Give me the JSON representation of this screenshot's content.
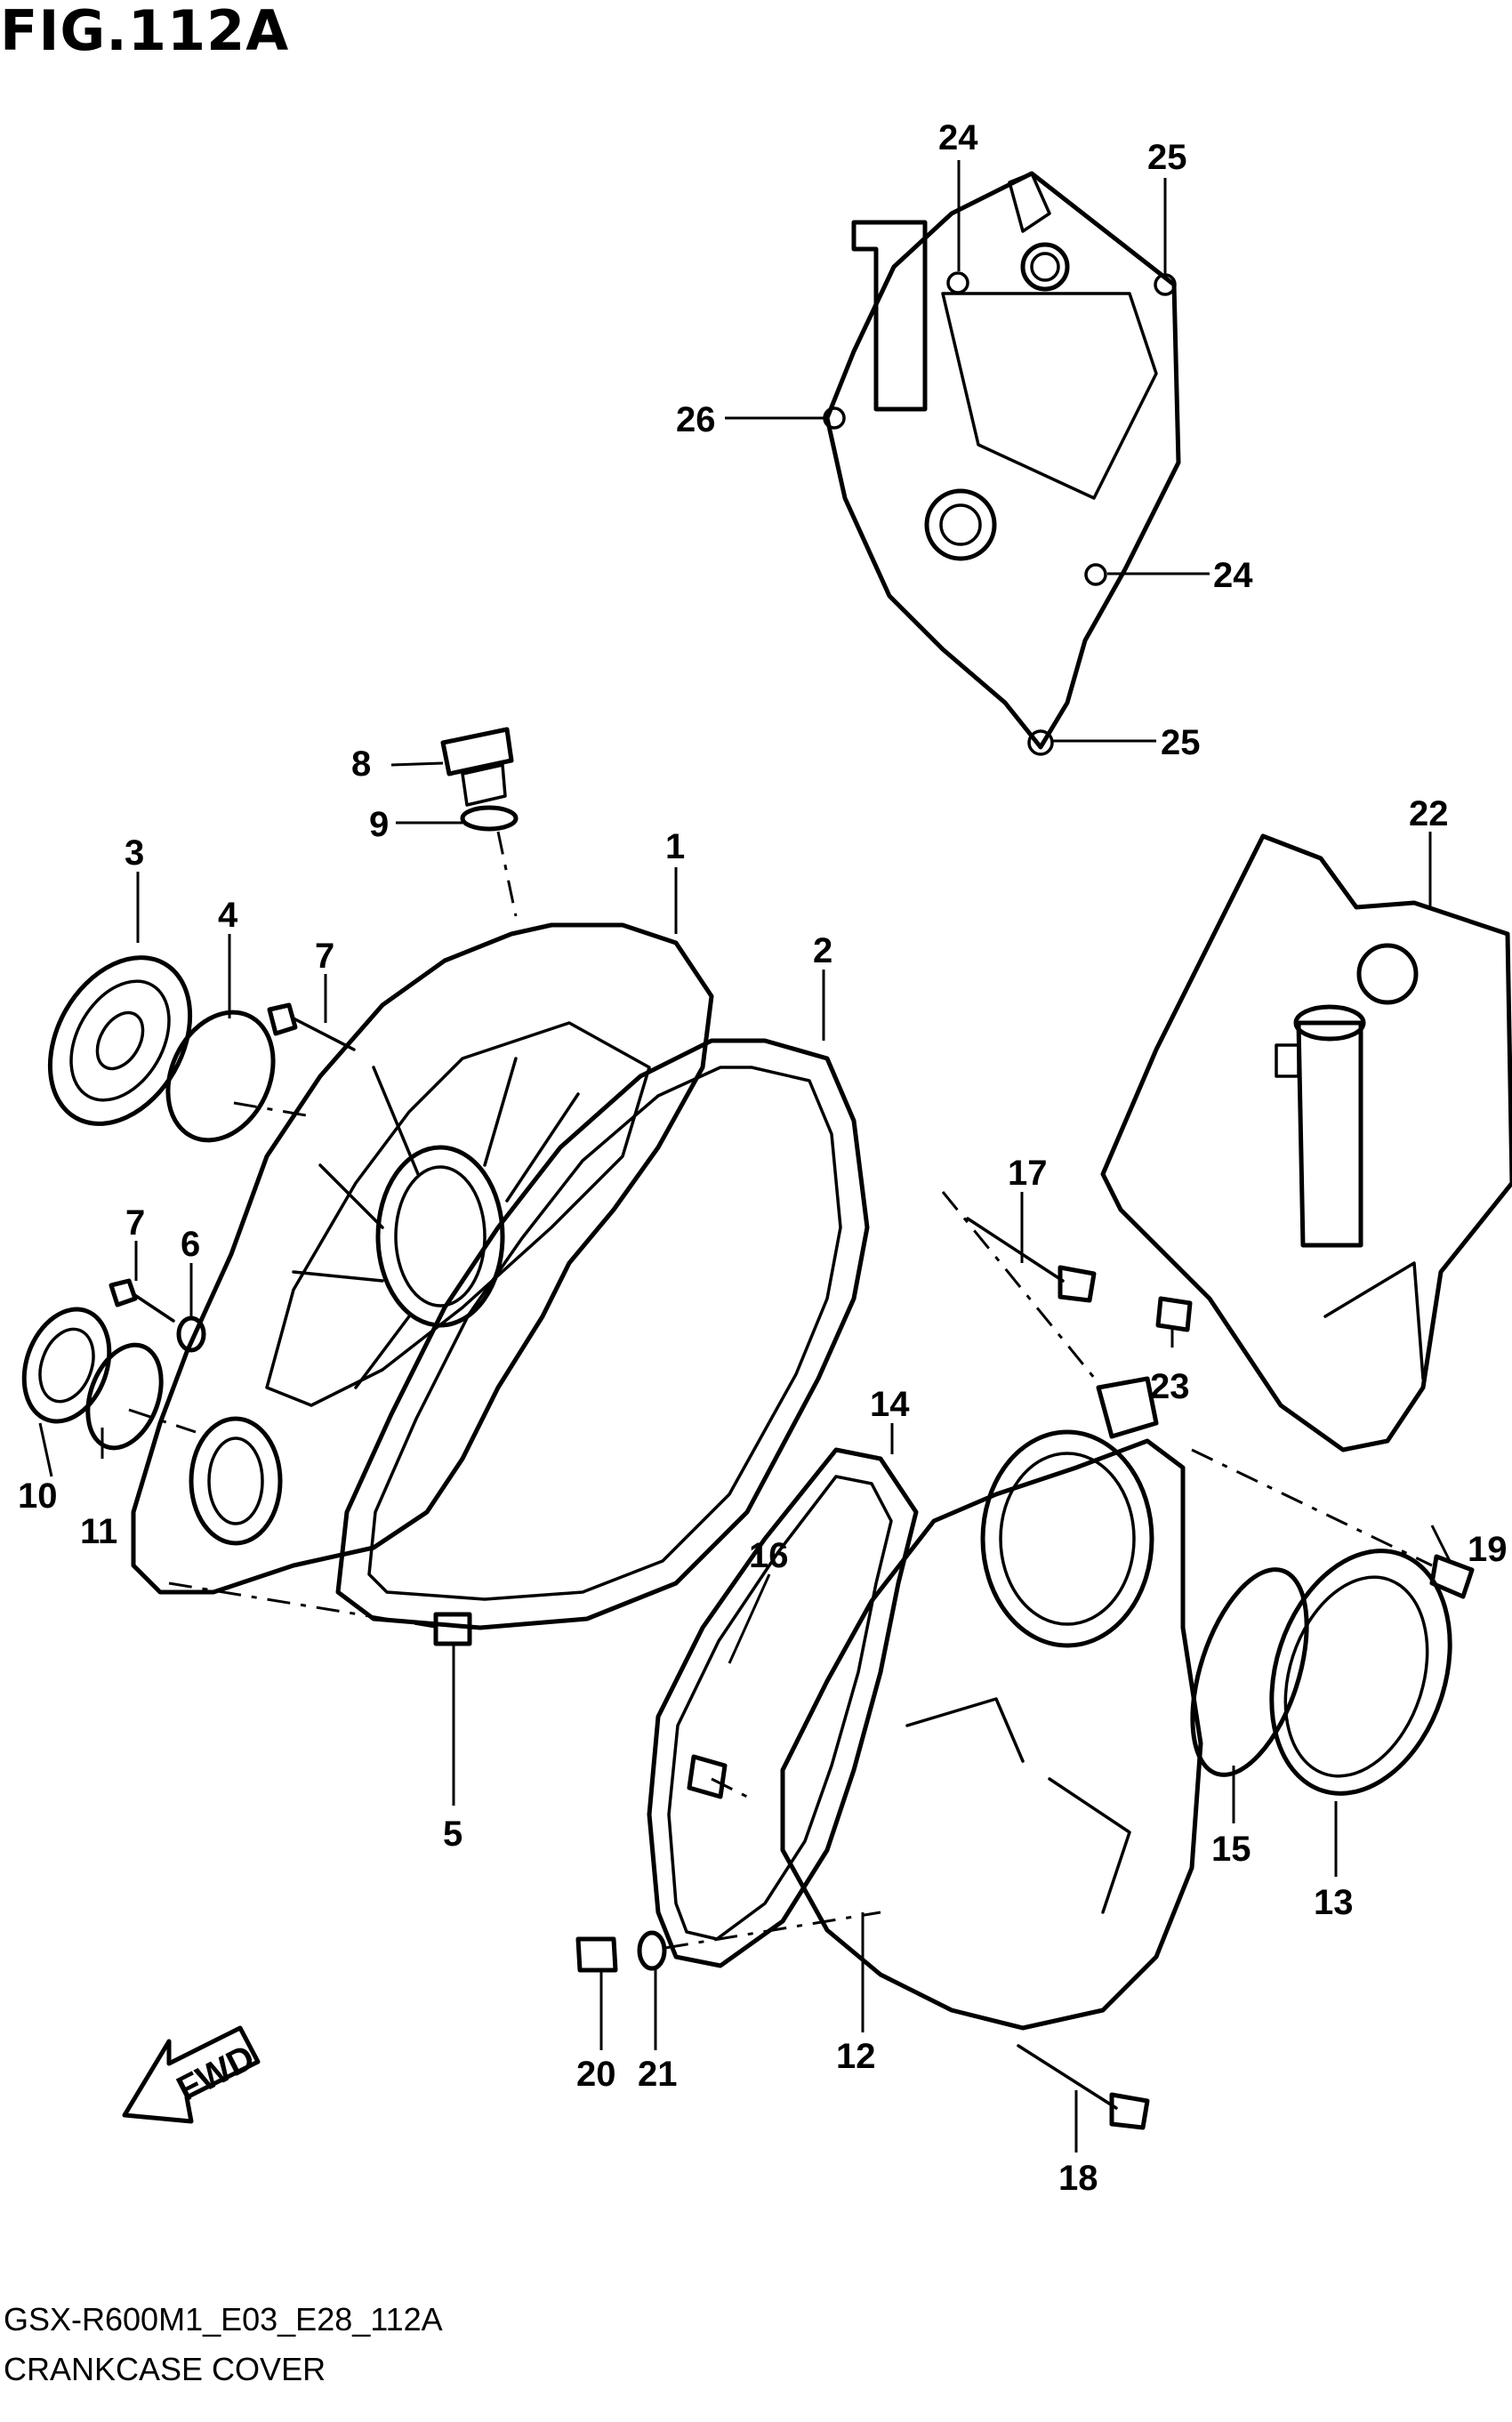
{
  "figure": {
    "title": "FIG.112A",
    "model_code": "GSX-R600M1_E03_E28_112A",
    "caption": "CRANKCASE COVER",
    "direction_label": "FWD"
  },
  "callouts": [
    "1",
    "2",
    "3",
    "4",
    "5",
    "6",
    "7",
    "7",
    "8",
    "9",
    "10",
    "11",
    "12",
    "13",
    "14",
    "15",
    "16",
    "17",
    "18",
    "19",
    "20",
    "21",
    "22",
    "23",
    "24",
    "24",
    "25",
    "25",
    "26"
  ]
}
